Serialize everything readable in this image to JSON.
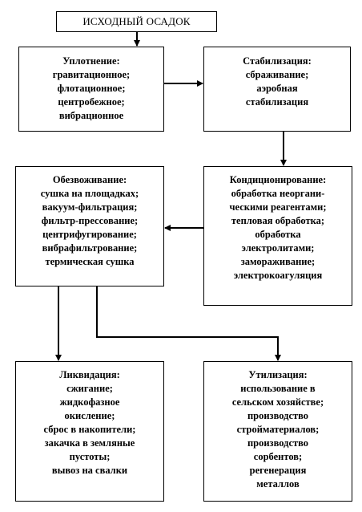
{
  "source": "ИСХОДНЫЙ ОСАДОК",
  "boxes": {
    "compaction": [
      "Уплотнение:",
      "гравитационное;",
      "флотационное;",
      "центробежное;",
      "вибрационное"
    ],
    "stabilization": [
      "Стабилизация:",
      "сбраживание;",
      "аэробная",
      "стабилизация"
    ],
    "dewatering": [
      "Обезвоживание:",
      "сушка на площадках;",
      "вакуум-фильтрация;",
      "фильтр-прессование;",
      "центрифугирование;",
      "вибрафильтрование;",
      "термическая сушка"
    ],
    "conditioning": [
      "Кондиционирование:",
      "обработка неоргани-",
      "ческими реагентами;",
      "тепловая обработка;",
      "обработка",
      "электролитами;",
      "замораживание;",
      "электрокоагуляция"
    ],
    "liquidation": [
      "Ликвидация:",
      "сжигание;",
      "жидкофазное",
      "окисление;",
      "сброс в накопители;",
      "закачка в земляные",
      "пустоты;",
      "вывоз на свалки"
    ],
    "utilization": [
      "Утилизация:",
      "использование в",
      "сельском хозяйстве;",
      "производство",
      "стройматериалов;",
      "производство",
      "сорбентов;",
      "регенерация",
      "металлов"
    ]
  }
}
